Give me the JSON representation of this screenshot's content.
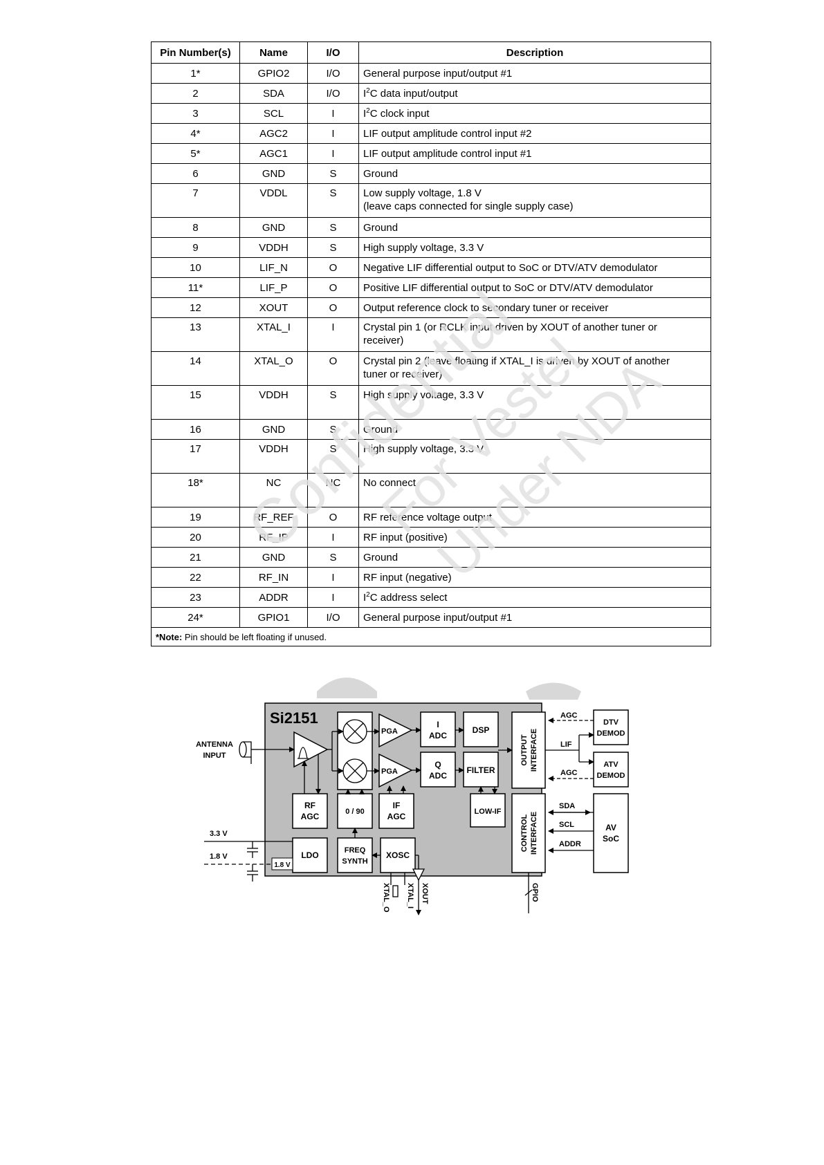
{
  "pin_table": {
    "headers": [
      "Pin Number(s)",
      "Name",
      "I/O",
      "Description"
    ],
    "rows": [
      {
        "pin": "1*",
        "name": "GPIO2",
        "io": "I/O",
        "desc": "General purpose input/output #1"
      },
      {
        "pin": "2",
        "name": "SDA",
        "io": "I/O",
        "desc_pre": "I",
        "desc_sup": "2",
        "desc": "C data input/output"
      },
      {
        "pin": "3",
        "name": "SCL",
        "io": "I",
        "desc_pre": "I",
        "desc_sup": "2",
        "desc": "C clock input"
      },
      {
        "pin": "4*",
        "name": "AGC2",
        "io": "I",
        "desc": "LIF output amplitude control input #2"
      },
      {
        "pin": "5*",
        "name": "AGC1",
        "io": "I",
        "desc": "LIF output amplitude control input #1"
      },
      {
        "pin": "6",
        "name": "GND",
        "io": "S",
        "desc": "Ground"
      },
      {
        "pin": "7",
        "name": "VDDL",
        "io": "S",
        "desc": "Low supply voltage, 1.8 V",
        "desc2": "(leave caps connected for single supply case)"
      },
      {
        "pin": "8",
        "name": "GND",
        "io": "S",
        "desc": "Ground"
      },
      {
        "pin": "9",
        "name": "VDDH",
        "io": "S",
        "desc": "High supply voltage, 3.3 V"
      },
      {
        "pin": "10",
        "name": "LIF_N",
        "io": "O",
        "desc": "Negative LIF differential output to SoC or DTV/ATV demodulator"
      },
      {
        "pin": "11*",
        "name": "LIF_P",
        "io": "O",
        "desc": "Positive LIF differential output to SoC or DTV/ATV demodulator"
      },
      {
        "pin": "12",
        "name": "XOUT",
        "io": "O",
        "desc": "Output reference clock to secondary tuner or receiver"
      },
      {
        "pin": "13",
        "name": "XTAL_I",
        "io": "I",
        "desc": "Crystal pin 1 (or RCLK input driven by XOUT of another tuner or",
        "desc2": "receiver)"
      },
      {
        "pin": "14",
        "name": "XTAL_O",
        "io": "O",
        "desc": "Crystal pin 2 (leave floating if XTAL_I is driven by XOUT of another",
        "desc2": "tuner or receiver)"
      },
      {
        "pin": "15",
        "name": "VDDH",
        "io": "S",
        "desc": "High supply voltage, 3.3 V",
        "tall": true
      },
      {
        "pin": "16",
        "name": "GND",
        "io": "S",
        "desc": "Ground"
      },
      {
        "pin": "17",
        "name": "VDDH",
        "io": "S",
        "desc": "High supply voltage, 3.3 V",
        "tall": true
      },
      {
        "pin": "18*",
        "name": "NC",
        "io": "NC",
        "desc": "No connect",
        "tall": true
      },
      {
        "pin": "19",
        "name": "RF_REF",
        "io": "O",
        "desc": "RF reference voltage output"
      },
      {
        "pin": "20",
        "name": "RF_IP",
        "io": "I",
        "desc": "RF input (positive)"
      },
      {
        "pin": "21",
        "name": "GND",
        "io": "S",
        "desc": "Ground"
      },
      {
        "pin": "22",
        "name": "RF_IN",
        "io": "I",
        "desc": "RF input (negative)"
      },
      {
        "pin": "23",
        "name": "ADDR",
        "io": "I",
        "desc_pre": "I",
        "desc_sup": "2",
        "desc": "C address select"
      },
      {
        "pin": "24*",
        "name": "GPIO1",
        "io": "I/O",
        "desc": "General purpose input/output #1"
      }
    ],
    "note_label": "*Note:",
    "note_text": " Pin should be left floating if unused."
  },
  "watermark": {
    "line1": "Confidential",
    "line2": "For Vestel",
    "line3": "Under NDA"
  },
  "diagram": {
    "chip_name": "Si2151",
    "antenna_line1": "ANTENNA",
    "antenna_line2": "INPUT",
    "pga1": "PGA",
    "pga2": "PGA",
    "i_adc_1": "I",
    "i_adc_2": "ADC",
    "q_adc_1": "Q",
    "q_adc_2": "ADC",
    "dsp": "DSP",
    "filter": "FILTER",
    "output_if_1": "OUTPUT",
    "output_if_2": "INTERFACE",
    "control_if_1": "CONTROL",
    "control_if_2": "INTERFACE",
    "rf_agc_1": "RF",
    "rf_agc_2": "AGC",
    "phase": "0 / 90",
    "if_agc_1": "IF",
    "if_agc_2": "AGC",
    "low_if": "LOW-IF",
    "ldo": "LDO",
    "freq_synth_1": "FREQ",
    "freq_synth_2": "SYNTH",
    "xosc": "XOSC",
    "v33": "3.3 V",
    "v18": "1.8 V",
    "v18_inner": "1.8 V",
    "agc_top": "AGC",
    "lif": "LIF",
    "agc_bottom": "AGC",
    "sda": "SDA",
    "scl": "SCL",
    "addr": "ADDR",
    "dtv_1": "DTV",
    "dtv_2": "DEMOD",
    "atv_1": "ATV",
    "atv_2": "DEMOD",
    "av_1": "AV",
    "av_2": "SoC",
    "xtal_o": "XTAL_O",
    "xtal_i": "XTAL_I",
    "xout": "XOUT",
    "gpio": "GPIO"
  },
  "colors": {
    "chip_fill": "#bdbdbd",
    "box_fill": "#ffffff",
    "watermark": "#e2e2e2"
  }
}
